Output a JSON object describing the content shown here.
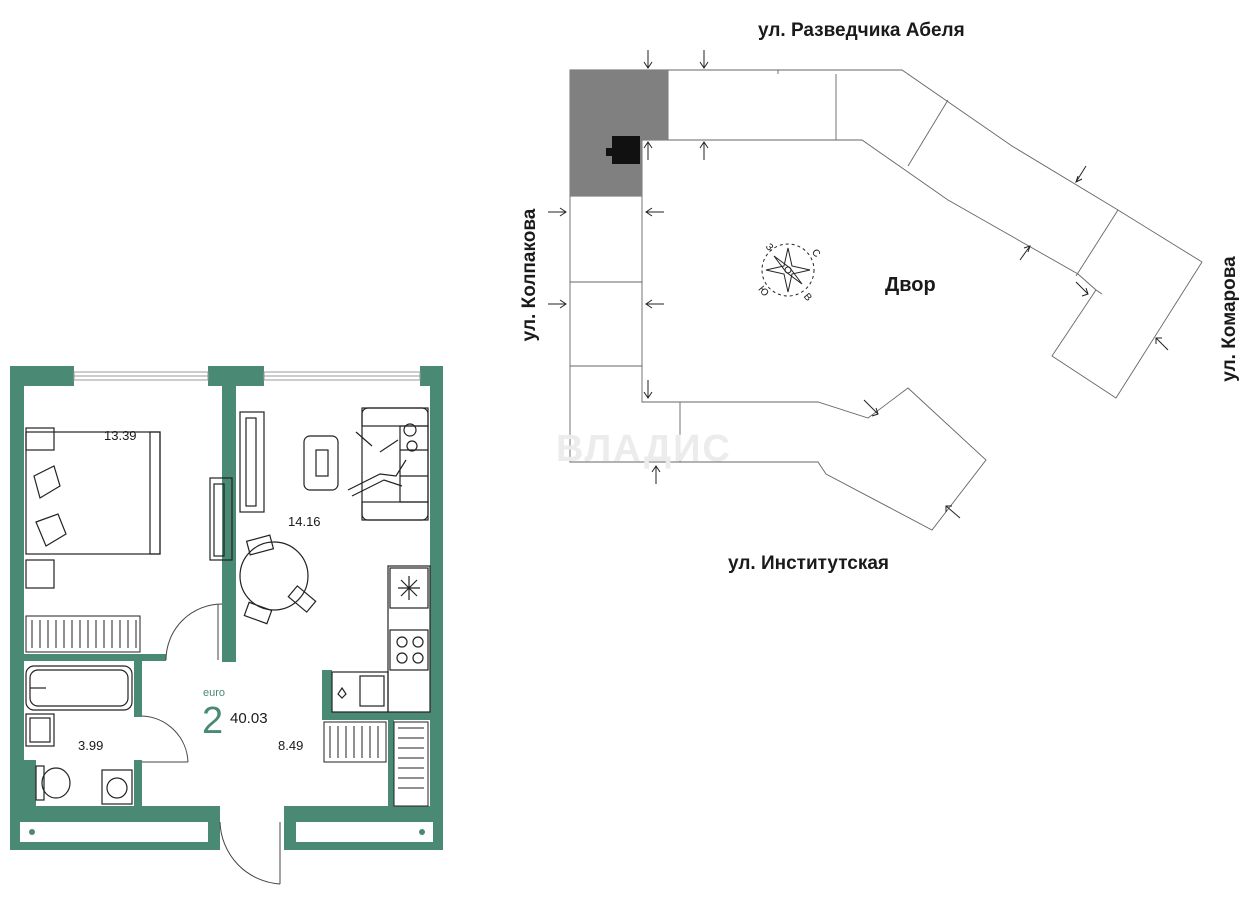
{
  "floorplan": {
    "rooms": [
      {
        "id": "bedroom",
        "area": "13.39"
      },
      {
        "id": "living-room",
        "area": "14.16"
      },
      {
        "id": "bathroom",
        "area": "3.99"
      },
      {
        "id": "hallway",
        "area": "8.49"
      }
    ],
    "type_label": "euro",
    "rooms_count": "2",
    "total_area": "40.03",
    "wall_color": "#4a8a75"
  },
  "siteplan": {
    "streets": {
      "top": "ул. Разведчика Абеля",
      "left": "ул. Колпакова",
      "right": "ул. Комарова",
      "bottom": "ул. Институтская"
    },
    "courtyard_label": "Двор",
    "compass_letters": [
      "С",
      "В",
      "Ю",
      "З"
    ],
    "highlight_color": "#808080"
  },
  "watermark": "ВЛАДИС"
}
